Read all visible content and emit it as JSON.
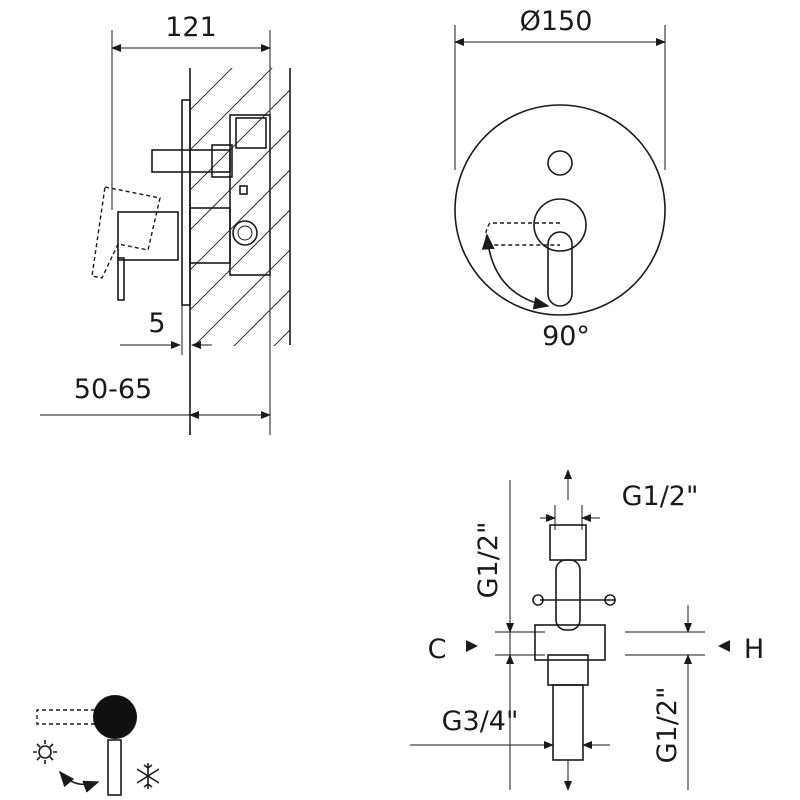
{
  "side_view": {
    "width_label": "121",
    "plate_label": "5",
    "depth_label": "50-65"
  },
  "front_view": {
    "diameter_label": "Ø150",
    "rotation_label": "90°"
  },
  "valve_detail": {
    "top_port": "G1/2\"",
    "left_height": "G1/2\"",
    "c_label": "C",
    "h_label": "H",
    "bottom_port": "G3/4\"",
    "right_height": "G1/2\""
  },
  "legend": {
    "hot_icon": "sun-icon",
    "cold_icon": "snowflake-icon"
  }
}
